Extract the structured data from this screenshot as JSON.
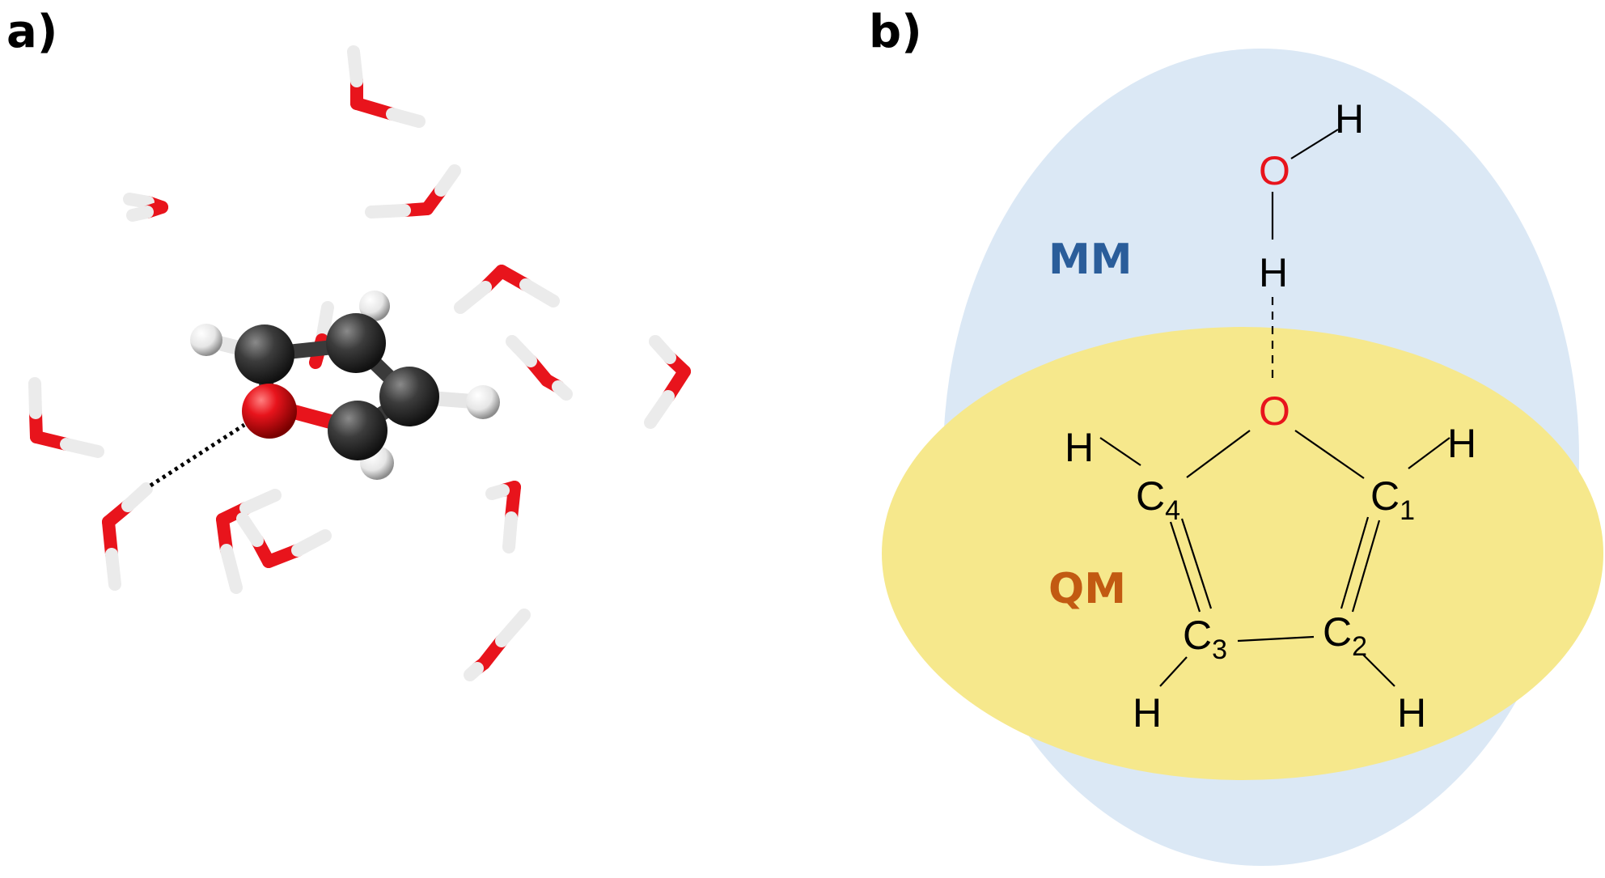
{
  "panel_a": {
    "label": "a)"
  },
  "panel_b": {
    "label": "b)",
    "region_mm": {
      "label": "MM",
      "color": "#2a5d9a",
      "fill": "#dbe8f5"
    },
    "region_qm": {
      "label": "QM",
      "color": "#c25a12",
      "fill": "#f6e88c"
    },
    "water": {
      "o": "O",
      "h_top": "H",
      "h_bridge": "H"
    },
    "ring": {
      "o": "O",
      "c1": "C",
      "c1_sub": "1",
      "c2": "C",
      "c2_sub": "2",
      "c3": "C",
      "c3_sub": "3",
      "c4": "C",
      "c4_sub": "4",
      "h_c1": "H",
      "h_c2": "H",
      "h_c3": "H",
      "h_c4": "H"
    }
  },
  "colors": {
    "oxygen_red": "#e8141c",
    "carbon_grey": "#3a3a3a",
    "hydrogen_white": "#f2f2f2"
  }
}
